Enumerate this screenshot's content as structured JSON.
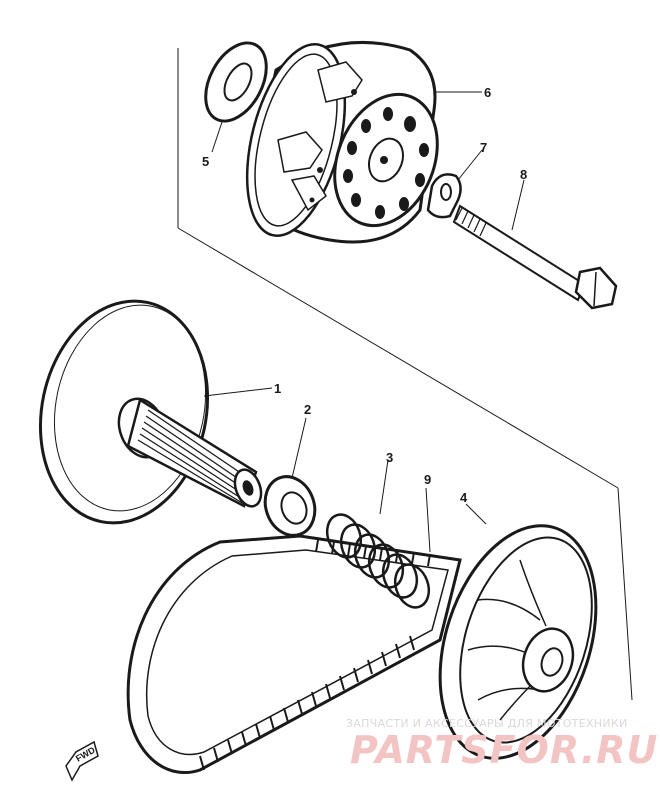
{
  "diagram": {
    "callouts": [
      "1",
      "2",
      "3",
      "4",
      "5",
      "6",
      "7",
      "8",
      "9"
    ],
    "direction_marker": "FWD"
  },
  "watermark": {
    "caption": "ЗАПЧАСТИ И АКСЕССУАРЫ ДЛЯ МОТОТЕХНИКИ",
    "brand": "PARTSFOR.RU",
    "color": "#e8a0a0"
  },
  "colors": {
    "ink": "#1a1a1a",
    "background": "#ffffff"
  }
}
